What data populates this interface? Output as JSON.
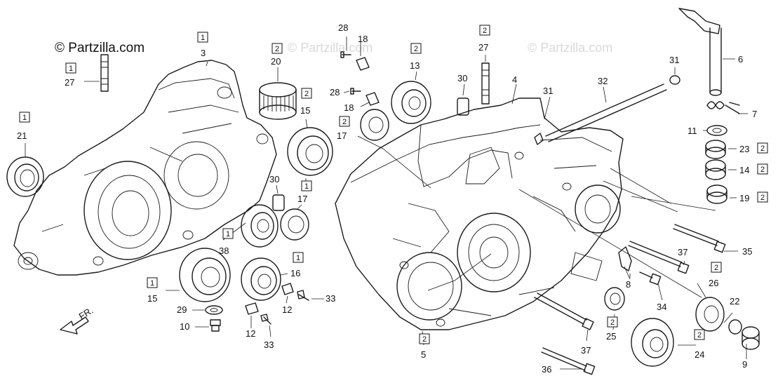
{
  "watermark": {
    "brand": "© Partzilla.com",
    "faint": "© Partzilla.com"
  },
  "front_marker": "FR.",
  "callouts": {
    "c1": "1",
    "c2": "2",
    "p3": "3",
    "p4": "4",
    "p5": "5",
    "p6": "6",
    "p7": "7",
    "p8": "8",
    "p9": "9",
    "p10": "10",
    "p11": "11",
    "p12a": "12",
    "p12b": "12",
    "p13": "13",
    "p14": "14",
    "p15a": "15",
    "p15b": "15",
    "p16": "16",
    "p17a": "17",
    "p17b": "17",
    "p18a": "18",
    "p18b": "18",
    "p19": "19",
    "p20": "20",
    "p21": "21",
    "p22": "22",
    "p23": "23",
    "p24": "24",
    "p25": "25",
    "p26": "26",
    "p27a": "27",
    "p27b": "27",
    "p28a": "28",
    "p28b": "28",
    "p29": "29",
    "p30a": "30",
    "p30b": "30",
    "p31a": "31",
    "p31b": "31",
    "p32": "32",
    "p33a": "33",
    "p33b": "33",
    "p34": "34",
    "p35": "35",
    "p36": "36",
    "p37a": "37",
    "p37b": "37",
    "p38": "38"
  }
}
